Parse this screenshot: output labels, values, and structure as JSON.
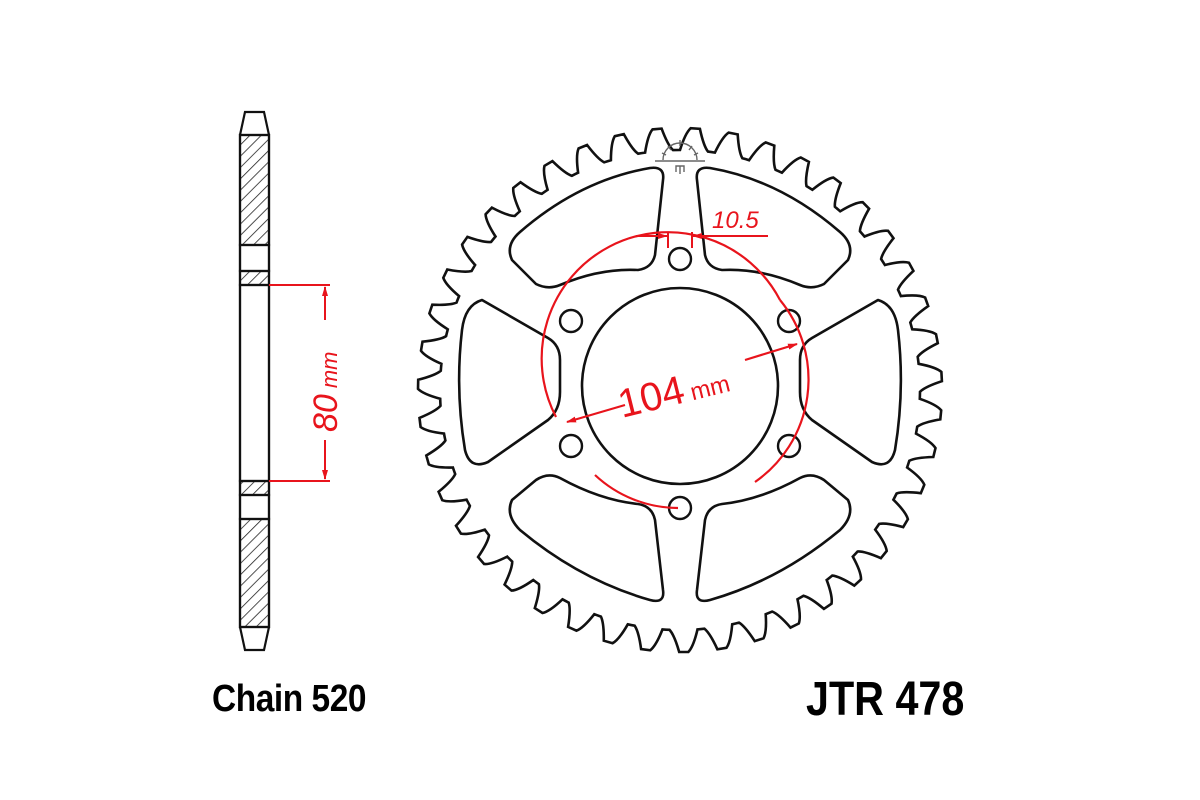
{
  "diagram": {
    "type": "sprocket-technical-drawing",
    "labels": {
      "chain": "Chain 520",
      "part_number": "JTR 478"
    },
    "dimensions": {
      "hub_spacing": {
        "value": "80",
        "unit": "mm"
      },
      "bolt_circle": {
        "value": "104",
        "unit": "mm"
      },
      "bolt_hole": {
        "value": "10.5"
      }
    },
    "sprocket": {
      "teeth": 43,
      "bolt_holes": 6,
      "spoke_windows": 6
    },
    "colors": {
      "line": "#111111",
      "dimension": "#e8141c",
      "background": "#ffffff"
    }
  }
}
